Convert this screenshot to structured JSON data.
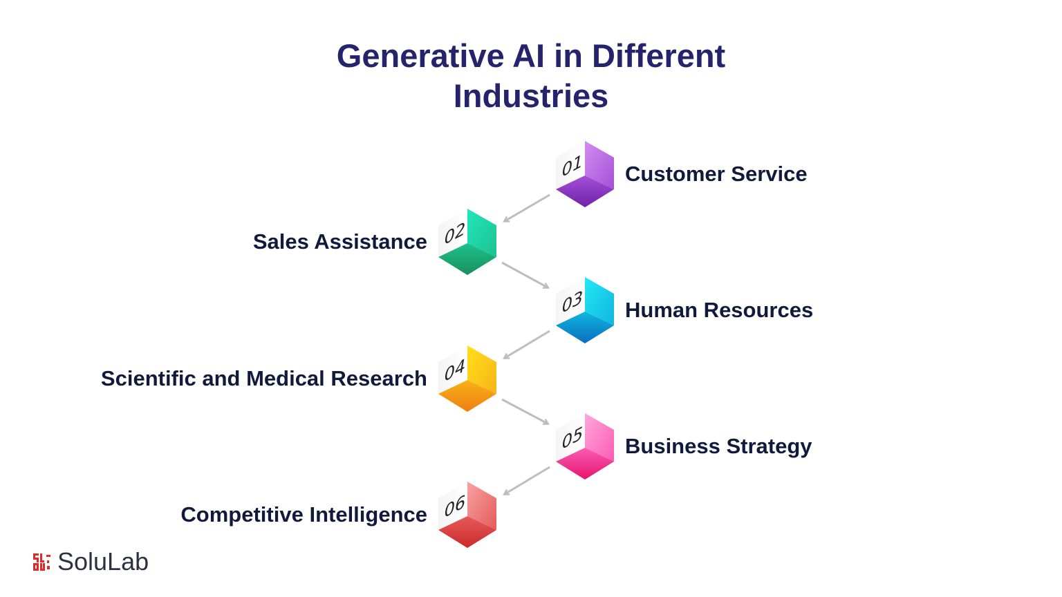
{
  "title_line1": "Generative AI in Different",
  "title_line2": "Industries",
  "items": [
    {
      "num": "01",
      "label": "Customer Service",
      "side": "right",
      "light": "#d38cf0",
      "mid": "#a550d8",
      "dark": "#6e22a8"
    },
    {
      "num": "02",
      "label": "Sales Assistance",
      "side": "left",
      "light": "#22e6bd",
      "mid": "#1cc28e",
      "dark": "#1a8f5c"
    },
    {
      "num": "03",
      "label": "Human Resources",
      "side": "right",
      "light": "#24e8f5",
      "mid": "#10b5e0",
      "dark": "#0a6fbf"
    },
    {
      "num": "04",
      "label": "Scientific and Medical Research",
      "side": "left",
      "light": "#ffe01a",
      "mid": "#f8b318",
      "dark": "#ee7d12"
    },
    {
      "num": "05",
      "label": "Business Strategy",
      "side": "right",
      "light": "#ffa6dc",
      "mid": "#fb5cb4",
      "dark": "#e6146e"
    },
    {
      "num": "06",
      "label": "Competitive Intelligence",
      "side": "left",
      "light": "#f7a3a3",
      "mid": "#e65a5a",
      "dark": "#cc2a2a"
    }
  ],
  "logo": {
    "text": "SoluLab",
    "color": "#e02b2b"
  }
}
